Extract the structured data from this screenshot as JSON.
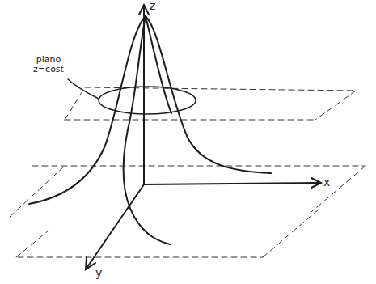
{
  "diagram": {
    "labels": [
      "z",
      "piano z=cost",
      "x",
      "y"
    ]
  }
}
